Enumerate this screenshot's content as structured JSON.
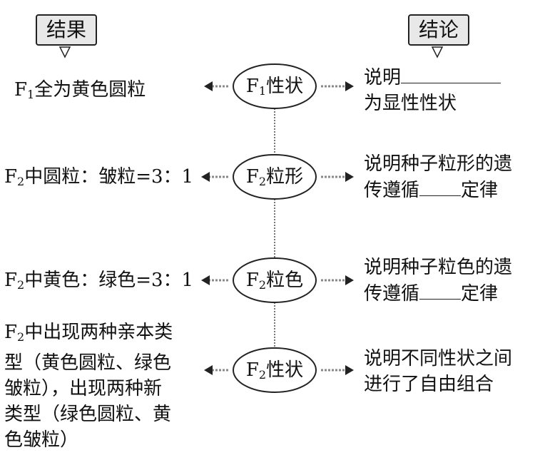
{
  "headers": {
    "left": "结果",
    "right": "结论"
  },
  "nodes": [
    {
      "prefix": "F",
      "sub": "1",
      "text": "性状"
    },
    {
      "prefix": "F",
      "sub": "2",
      "text": "粒形"
    },
    {
      "prefix": "F",
      "sub": "2",
      "text": "粒色"
    },
    {
      "prefix": "F",
      "sub": "2",
      "text": "性状"
    }
  ],
  "results": {
    "r1": {
      "prefix": "F",
      "sub": "1",
      "text": "全为黄色圆粒"
    },
    "r2": {
      "prefix": "F",
      "sub": "2",
      "text": "中圆粒：皱粒=3：1"
    },
    "r3": {
      "prefix": "F",
      "sub": "2",
      "text": "中黄色：绿色=3：1"
    },
    "r4": {
      "prefix": "F",
      "sub": "2",
      "line1": "中出现两种亲本类",
      "line2": "型（黄色圆粒、绿色",
      "line3": "皱粒），出现两种新",
      "line4": "类型（绿色圆粒、黄",
      "line5": "色皱粒）"
    }
  },
  "conclusions": {
    "c1": {
      "line1": "说明",
      "line2": "为显性性状"
    },
    "c2": {
      "line1": "说明种子粒形的遗",
      "line2a": "传遵循",
      "line2b": "定律"
    },
    "c3": {
      "line1": "说明种子粒色的遗",
      "line2a": "传遵循",
      "line2b": "定律"
    },
    "c4": {
      "line1": "说明不同性状之间",
      "line2": "进行了自由组合"
    }
  }
}
